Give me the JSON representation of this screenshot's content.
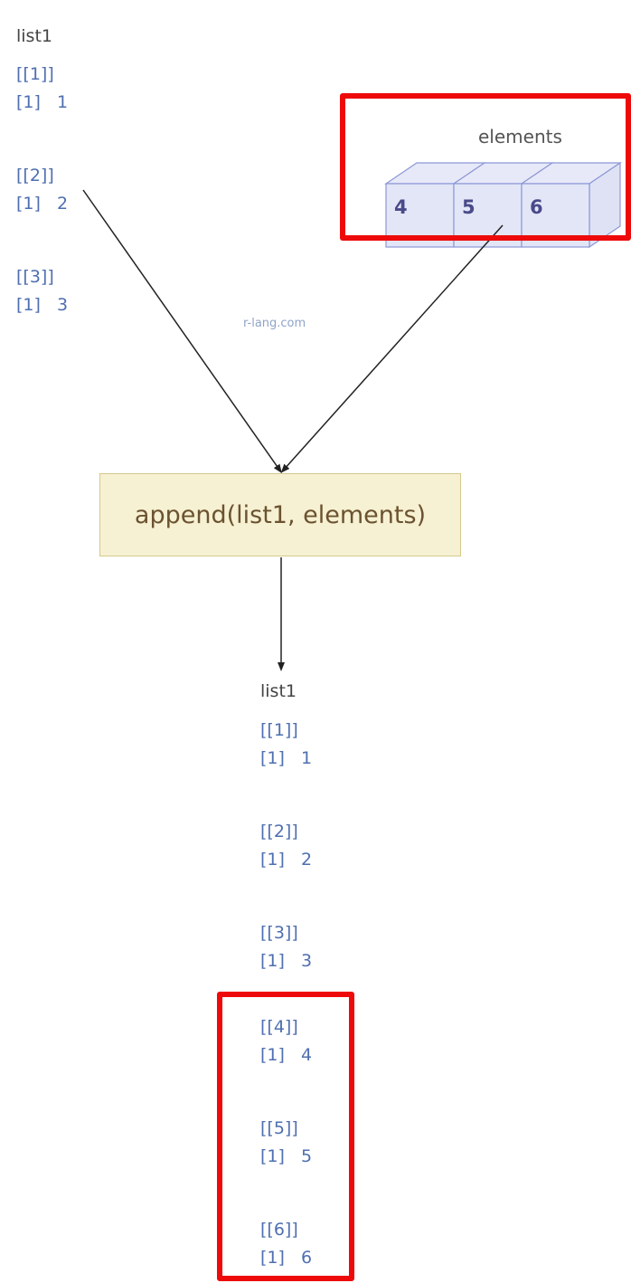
{
  "top_list": {
    "title": "list1",
    "items": [
      {
        "index": "[[1]]",
        "value": "[1]   1"
      },
      {
        "index": "[[2]]",
        "value": "[1]   2"
      },
      {
        "index": "[[3]]",
        "value": "[1]   3"
      }
    ]
  },
  "elements": {
    "label": "elements",
    "cells": [
      "4",
      "5",
      "6"
    ]
  },
  "watermark": "r-lang.com",
  "function_call": "append(list1, elements)",
  "result_list": {
    "title": "list1",
    "items": [
      {
        "index": "[[1]]",
        "value": "[1]   1"
      },
      {
        "index": "[[2]]",
        "value": "[1]   2"
      },
      {
        "index": "[[3]]",
        "value": "[1]   3"
      },
      {
        "index": "[[4]]",
        "value": "[1]   4"
      },
      {
        "index": "[[5]]",
        "value": "[1]   5"
      },
      {
        "index": "[[6]]",
        "value": "[1]   6"
      }
    ]
  },
  "colors": {
    "highlight": "#ee0a0a",
    "list_text": "#4f6fb0",
    "function_box_fill": "#f6f1d2",
    "cube_fill": "#e3e6f7",
    "cube_stroke": "#8d98d6"
  }
}
